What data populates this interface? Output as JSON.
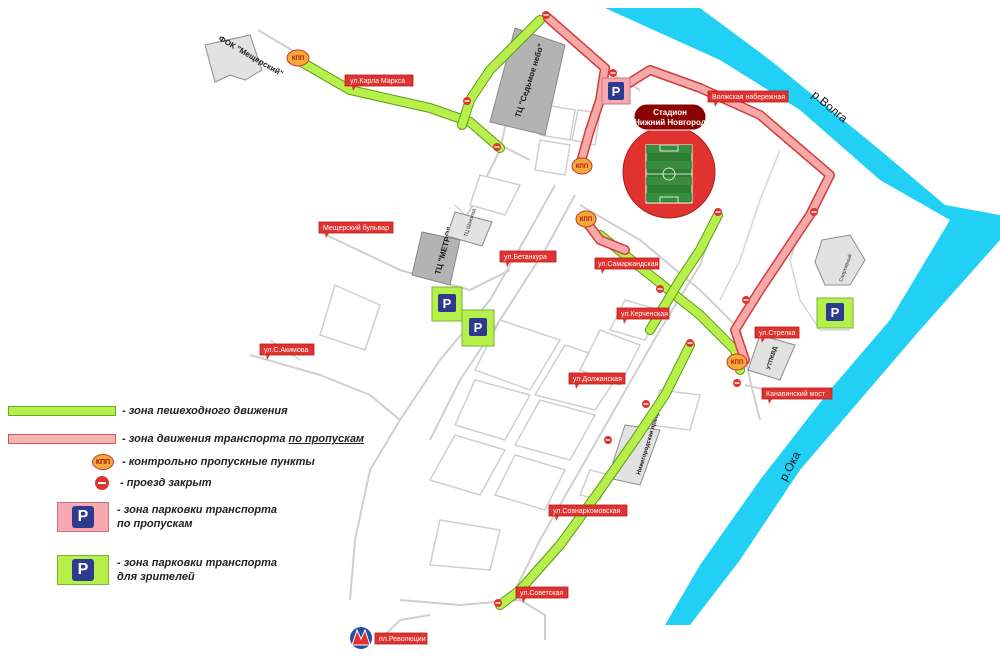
{
  "rivers": {
    "volga": "р.Волга",
    "oka": "р.Ока"
  },
  "buildings": {
    "sedmoe_nebo": "ТЦ \"Седьмое небо\"",
    "metro_store": "ТЦ \"МЕТРО\"",
    "fok": "ФОК \"Мещерский\"",
    "stadium": "Стадион\nНижний Новгород",
    "nizhegorodskaya_yarmarka": "Нижегородская ярмарка",
    "small_bld_1": "ТЦ Шоколад",
    "small_bld_2": "Спортивный",
    "utpk": "УТПКВД"
  },
  "street_labels": [
    "ул.Карла Маркса",
    "Волжская набережная",
    "Мещерский бульвар",
    "ул.Бетанкура",
    "ул.Самаркандская",
    "ул.Керченская",
    "ул.С.Акимова",
    "ул.Должанская",
    "ул.Стрелка",
    "Канавинский мост",
    "ул.Совнаркомовская",
    "ул.Советская",
    "пл.Революции"
  ],
  "checkpoint_label": "КПП",
  "parking_symbol": "P",
  "legend": {
    "pedestrian": "- зона пешеходного движения",
    "vehicle_prefix": "- зона движения транспорта ",
    "vehicle_emph": "по пропускам",
    "checkpoints": "- контрольно пропускные пункты",
    "closed": "- проезд закрыт",
    "parking_pass": "- зона парковки транспорта\nпо пропускам",
    "parking_spectators": "- зона парковки транспорта\nдля зрителей"
  },
  "colors": {
    "river": "#22d0f5",
    "pedestrian_zone": "#b7f04a",
    "vehicle_zone": "#f6a9a9",
    "stadium": "#e0322e",
    "label": "#e0322e",
    "parking_badge": "#2c3a8f"
  },
  "icons": [
    "metro-icon",
    "checkpoint-icon",
    "no-entry-icon",
    "parking-icon",
    "football-field-icon"
  ]
}
